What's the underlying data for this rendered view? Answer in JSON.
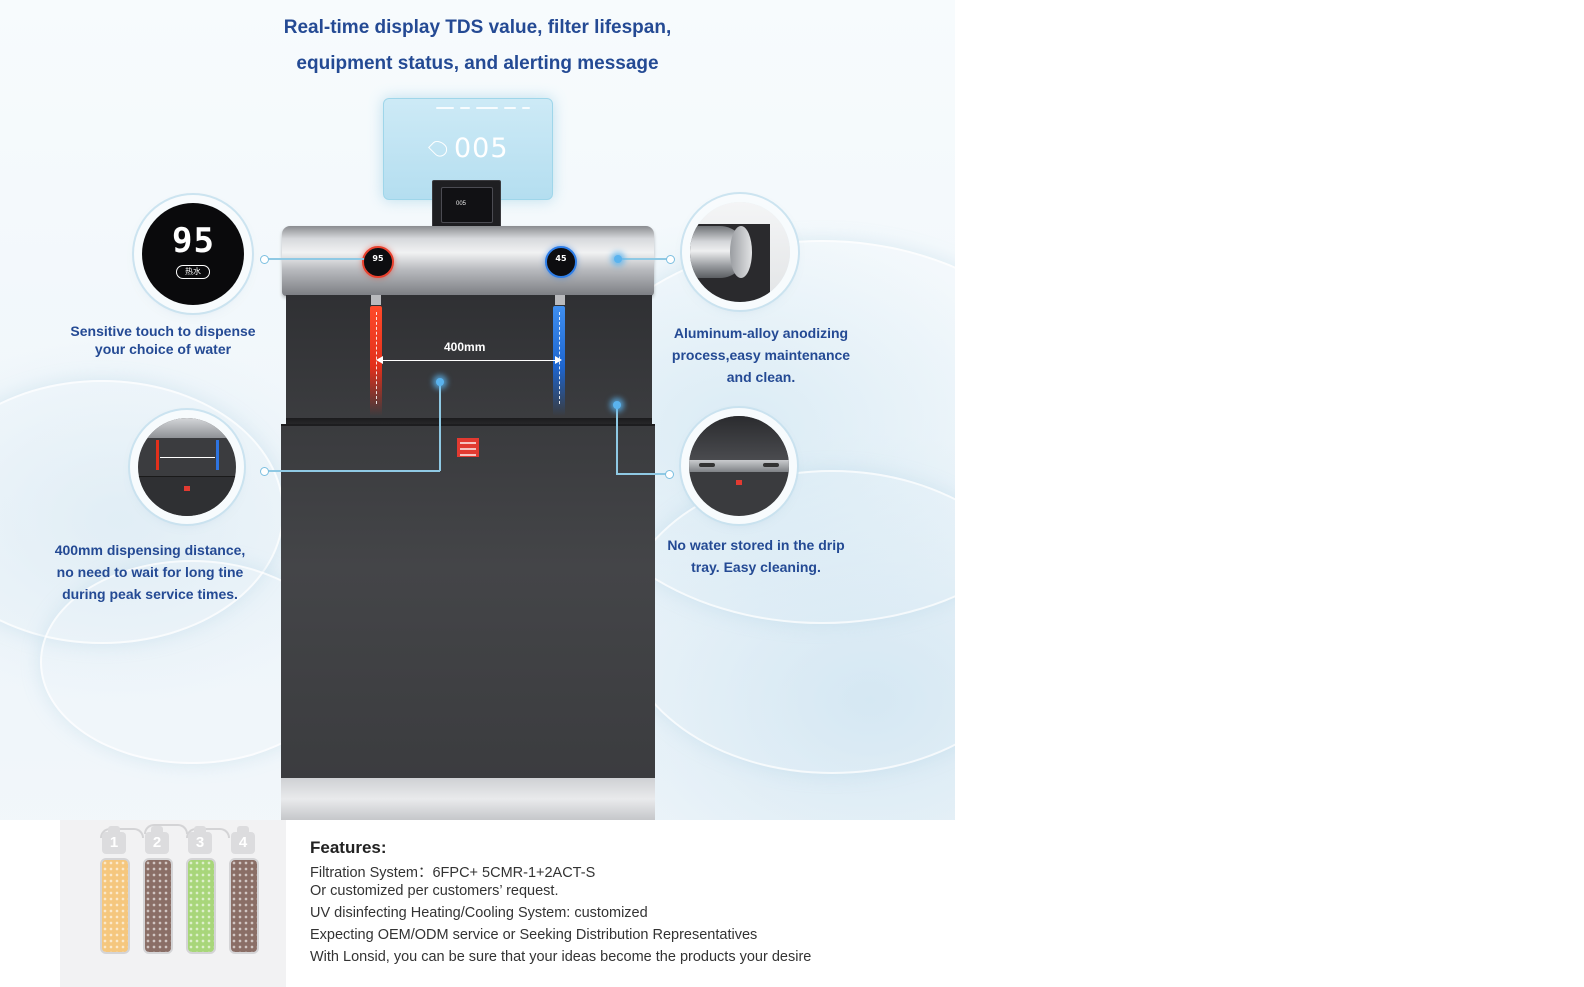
{
  "headline": {
    "line1": "Real-time display TDS value, filter lifespan,",
    "line2": "equipment status, and alerting message"
  },
  "display": {
    "tds_value": "005",
    "head_screen_value": "005",
    "hot_dial_value": "95",
    "cold_dial_value": "45"
  },
  "dimension_label": "400mm",
  "callouts": {
    "touch": {
      "digits": "95",
      "tag": "热水",
      "line1": "Sensitive touch to dispense",
      "line2": "your choice of water"
    },
    "alloy": {
      "line1": "Aluminum-alloy anodizing",
      "line2": "process,easy maintenance",
      "line3": "and clean."
    },
    "distance": {
      "line1": "400mm dispensing distance,",
      "line2": "no need to wait for long tine",
      "line3": "during peak service times."
    },
    "drip": {
      "line1": "No water stored in the drip",
      "line2": "tray. Easy cleaning."
    }
  },
  "filters": {
    "items": [
      {
        "num": "1",
        "color": "#f5c77e"
      },
      {
        "num": "2",
        "color": "#8a6e66"
      },
      {
        "num": "3",
        "color": "#a8d67a"
      },
      {
        "num": "4",
        "color": "#8a6e66"
      }
    ]
  },
  "features": {
    "title": "Features:",
    "lines": [
      "Filtration System：6FPC+ 5CMR-1+2ACT-S",
      "Or customized per customers’  request.",
      "UV disinfecting Heating/Cooling System: customized",
      "Expecting OEM/ODM service or Seeking Distribution Representatives",
      "With Lonsid, you can be sure that your ideas become the products your desire"
    ]
  },
  "colors": {
    "headline_blue": "#244a94",
    "hot_red": "#e2301b",
    "cold_blue": "#2e74e0"
  }
}
